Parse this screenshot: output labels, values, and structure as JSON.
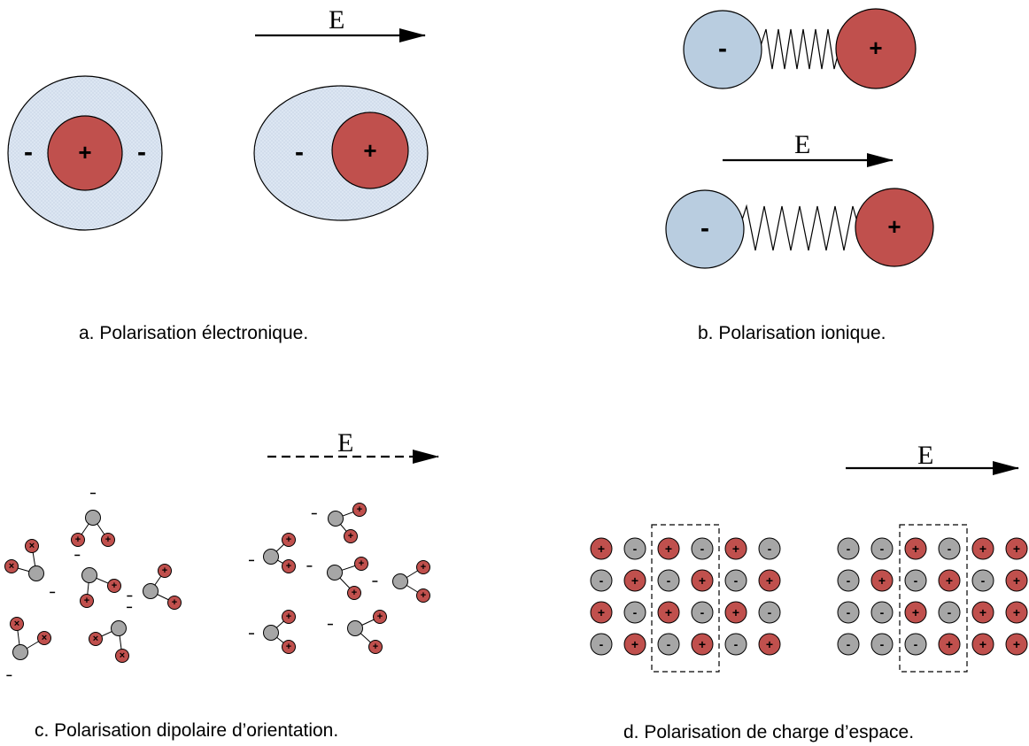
{
  "field_label": "E",
  "signs": {
    "plus": "+",
    "minus": "-",
    "cross": "×"
  },
  "colors": {
    "positive": "#c0504d",
    "negative_cloud": "#dce6f2",
    "negative_ion": "#b9cde0",
    "neutral_ion": "#a6a6a6"
  },
  "panels": {
    "a": {
      "caption": "a. Polarisation électronique."
    },
    "b": {
      "caption": "b. Polarisation ionique."
    },
    "c": {
      "caption": "c. Polarisation dipolaire d’orientation."
    },
    "d": {
      "caption": "d. Polarisation de charge d’espace.",
      "grid_before": [
        [
          "+",
          "-",
          "+",
          "-",
          "+",
          "-"
        ],
        [
          "-",
          "+",
          "-",
          "+",
          "-",
          "+"
        ],
        [
          "+",
          "-",
          "+",
          "-",
          "+",
          "-"
        ],
        [
          "-",
          "+",
          "-",
          "+",
          "-",
          "+"
        ]
      ],
      "grid_after": [
        [
          "-",
          "-",
          "+",
          "-",
          "+",
          "+"
        ],
        [
          "-",
          "+",
          "-",
          "+",
          "-",
          "+"
        ],
        [
          "-",
          "-",
          "+",
          "-",
          "+",
          "+"
        ],
        [
          "-",
          "-",
          "-",
          "+",
          "+",
          "+"
        ]
      ]
    }
  }
}
